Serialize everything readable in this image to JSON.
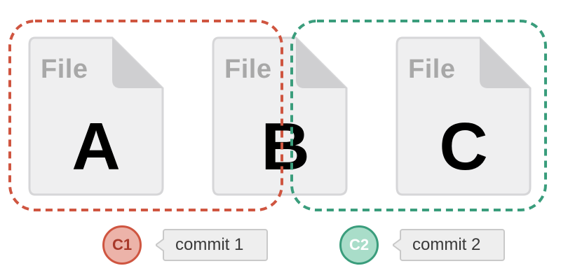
{
  "files": [
    {
      "label": "File",
      "letter": "A"
    },
    {
      "label": "File",
      "letter": "B"
    },
    {
      "label": "File",
      "letter": "C"
    }
  ],
  "commits": [
    {
      "badge": "C1",
      "message": "commit 1",
      "color": "#cf5540",
      "fill": "#ecb3a9"
    },
    {
      "badge": "C2",
      "message": "commit 2",
      "color": "#3a9d7c",
      "fill": "#a9ddc9"
    }
  ],
  "colors": {
    "file_fill": "#efeff0",
    "file_stroke": "#d6d6d8",
    "file_fold": "#cfcfd1",
    "group_1": "#cf5540",
    "group_2": "#3a9d7c"
  }
}
